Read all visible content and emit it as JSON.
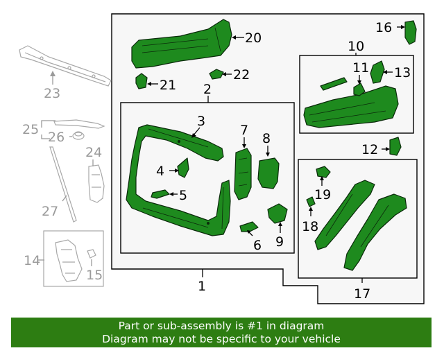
{
  "callouts": {
    "c1": "1",
    "c2": "2",
    "c3": "3",
    "c4": "4",
    "c5": "5",
    "c6": "6",
    "c7": "7",
    "c8": "8",
    "c9": "9",
    "c10": "10",
    "c11": "11",
    "c12": "12",
    "c13": "13",
    "c14": "14",
    "c15": "15",
    "c16": "16",
    "c17": "17",
    "c18": "18",
    "c19": "19",
    "c20": "20",
    "c21": "21",
    "c22": "22",
    "c23": "23",
    "c24": "24",
    "c25": "25",
    "c26": "26",
    "c27": "27"
  },
  "colors": {
    "highlight_part": "#1e8a1e",
    "footer_background": "#2d7d12",
    "outline_grey": "#a8a8a8"
  },
  "footer": {
    "line1": "Part or sub-assembly is #1 in diagram",
    "line2": "Diagram may not be specific to your vehicle"
  }
}
